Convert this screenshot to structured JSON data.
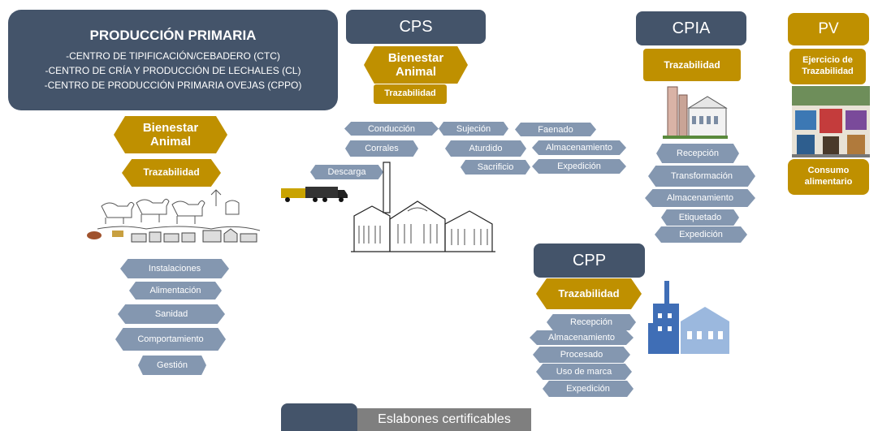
{
  "produccion": {
    "title": "PRODUCCIÓN PRIMARIA",
    "line1": "-CENTRO DE TIPIFICACIÓN/CEBADERO (CTC)",
    "line2": "-CENTRO DE CRÍA Y PRODUCCIÓN DE LECHALES (CL)",
    "line3": "-CENTRO DE PRODUCCIÓN PRIMARIA OVEJAS (CPPO)",
    "bienestar": "Bienestar Animal",
    "trazabilidad": "Trazabilidad",
    "items": [
      "Instalaciones",
      "Alimentación",
      "Sanidad",
      "Comportamiento",
      "Gestión"
    ]
  },
  "cps": {
    "title": "CPS",
    "bienestar": "Bienestar Animal",
    "trazabilidad": "Trazabilidad",
    "items": {
      "conduccion": "Conducción",
      "sujecion": "Sujeción",
      "faenado": "Faenado",
      "corrales": "Corrales",
      "aturdido": "Aturdido",
      "almacenamiento": "Almacenamiento",
      "descarga": "Descarga",
      "sacrificio": "Sacrificio",
      "expedicion": "Expedición"
    }
  },
  "cpia": {
    "title": "CPIA",
    "trazabilidad": "Trazabilidad",
    "items": [
      "Recepción",
      "Transformación",
      "Almacenamiento",
      "Etiquetado",
      "Expedición"
    ]
  },
  "pv": {
    "title": "PV",
    "ejercicio": "Ejercicio de Trazabilidad",
    "consumo": "Consumo alimentario"
  },
  "cpp": {
    "title": "CPP",
    "trazabilidad": "Trazabilidad",
    "items": [
      "Recepción",
      "Almacenamiento",
      "Procesado",
      "Uso de marca",
      "Expedición"
    ]
  },
  "legend": {
    "label": "Eslabones certificables"
  },
  "colors": {
    "header": "#44546a",
    "gold": "#bf9000",
    "pill": "#8497b0",
    "legend_label_bg": "#7f7f7f"
  }
}
